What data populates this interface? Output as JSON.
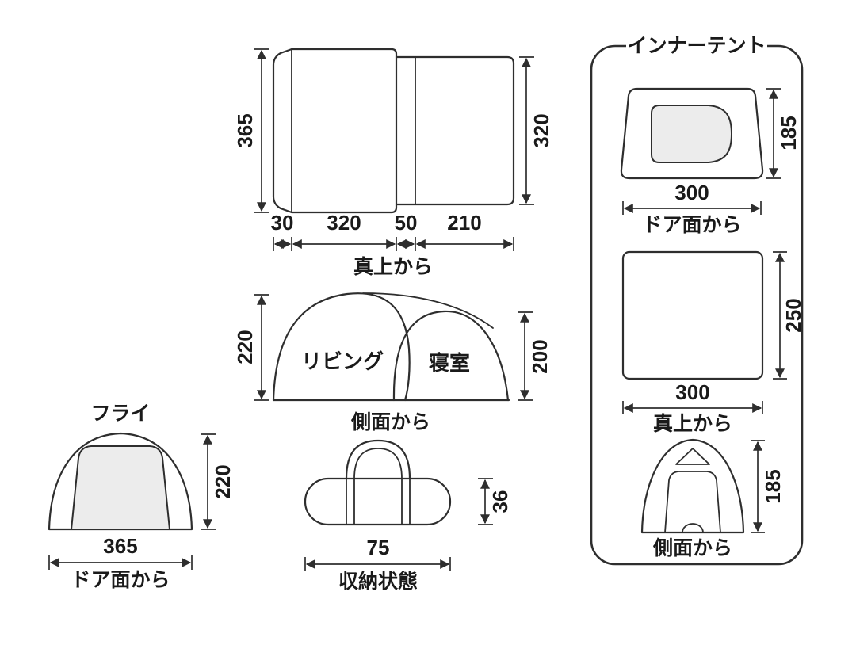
{
  "diagram": {
    "top_view": {
      "dim_left": "365",
      "dim_right": "320",
      "dim_b1": "30",
      "dim_b2": "320",
      "dim_b3": "50",
      "dim_b4": "210",
      "label": "真上から"
    },
    "side_view": {
      "dim_left": "220",
      "dim_right": "200",
      "room_living": "リビング",
      "room_bedroom": "寝室",
      "label": "側面から"
    },
    "fly": {
      "title": "フライ",
      "dim_right": "220",
      "dim_bottom": "365",
      "label": "ドア面から"
    },
    "storage": {
      "dim_right": "36",
      "dim_bottom": "75",
      "label": "収納状態"
    },
    "inner": {
      "title": "インナーテント",
      "door": {
        "dim_right": "185",
        "dim_bottom": "300",
        "label": "ドア面から"
      },
      "top": {
        "dim_right": "250",
        "dim_bottom": "300",
        "label": "真上から"
      },
      "side": {
        "dim_right": "185",
        "label": "側面から"
      }
    },
    "colors": {
      "line": "#2e2e2e",
      "background": "#ffffff"
    }
  }
}
